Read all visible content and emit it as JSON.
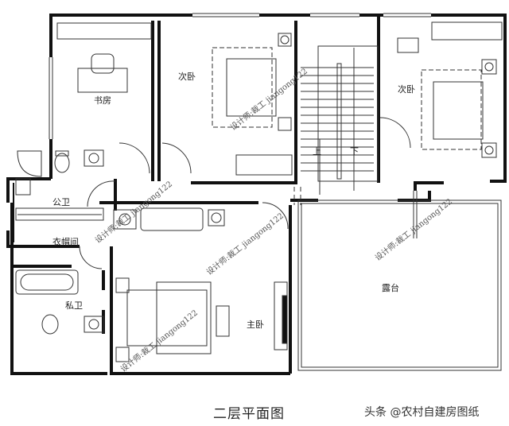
{
  "plan": {
    "title": "二层平面图",
    "credit": "头条 @农村自建房图纸",
    "watermark": "设计师:裁工 jiangong122",
    "rooms": {
      "study": "书房",
      "bedroom_left": "次卧",
      "bedroom_right": "次卧",
      "stairs_up": "上",
      "stairs_down": "下",
      "public_bath": "公卫",
      "closet": "衣帽间",
      "private_bath": "私卫",
      "master_bedroom": "主卧",
      "terrace": "露台"
    }
  }
}
